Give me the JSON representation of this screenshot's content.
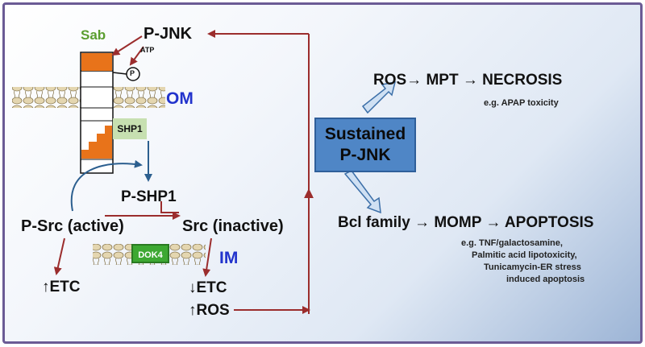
{
  "labels": {
    "sab": "Sab",
    "p_jnk": "P-JNK",
    "atp": "ATP",
    "phospho": "P",
    "om": "OM",
    "shp1": "SHP1",
    "p_shp1": "P-SHP1",
    "p_src_active": "P-Src (active)",
    "src_inactive": "Src (inactive)",
    "dok4": "DOK4",
    "im": "IM",
    "up_etc": "↑ETC",
    "down_etc": "↓ETC",
    "up_ros": "↑ROS",
    "sustained_line1": "Sustained",
    "sustained_line2": "P-JNK",
    "necrosis_path": "ROS→ MPT → NECROSIS",
    "necrosis_example": "e.g. APAP toxicity",
    "apoptosis_path": "Bcl family → MOMP → APOPTOSIS",
    "apoptosis_example_1": "e.g. TNF/galactosamine,",
    "apoptosis_example_2": "Palmitic acid lipotoxicity,",
    "apoptosis_example_3": "Tunicamycin-ER stress",
    "apoptosis_example_4": "induced apoptosis"
  },
  "colors": {
    "arrow_red": "#9b2d2d",
    "arrow_blue": "#2c5f8f",
    "orange": "#e8731a",
    "sustained_fill": "#4f86c6",
    "membrane": "#d9c8a0",
    "frame": "#6b5b95"
  }
}
